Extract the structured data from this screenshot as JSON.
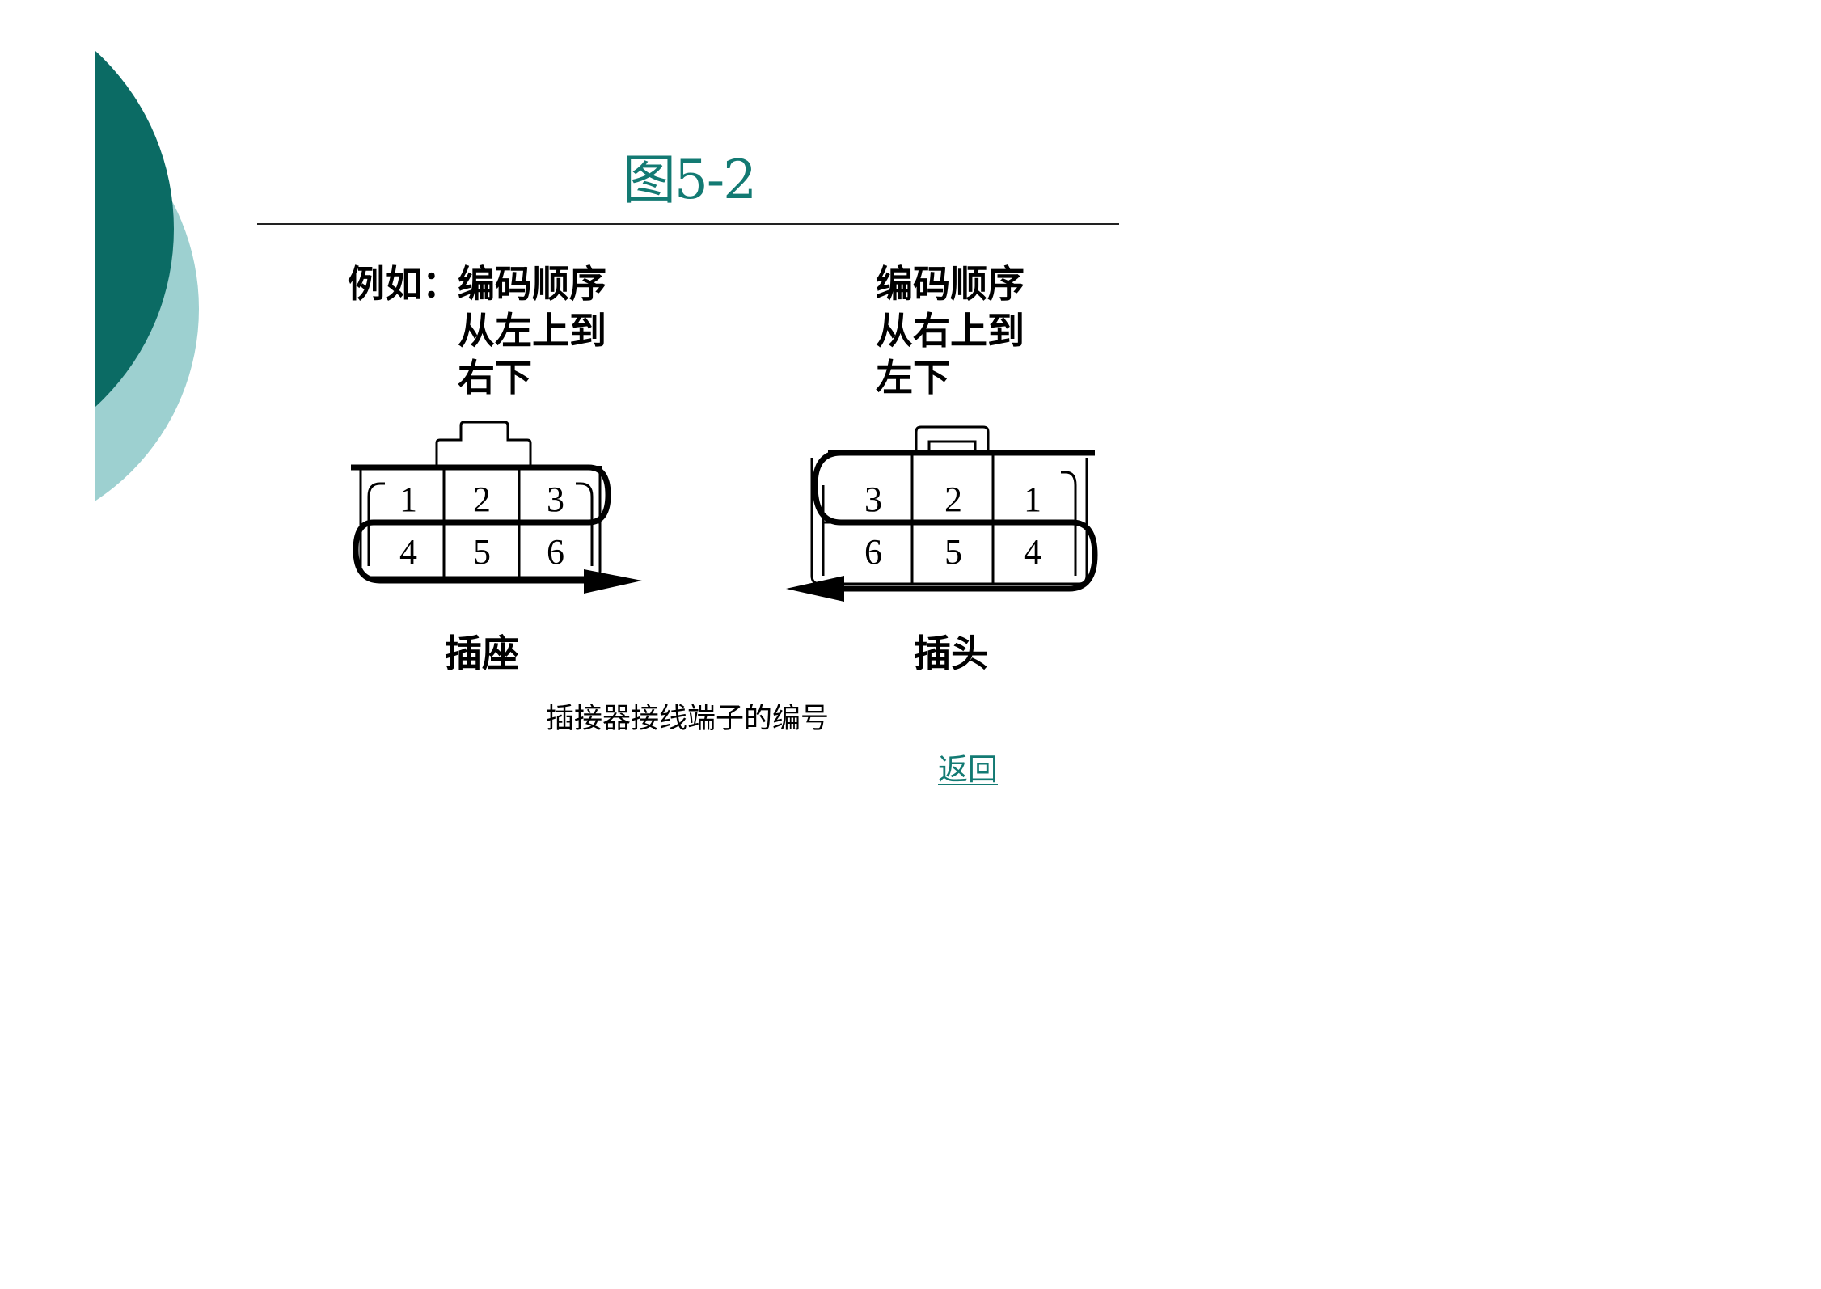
{
  "slide": {
    "title": "图5-2"
  },
  "example": {
    "prefix": "例如：",
    "socket_lines": [
      "编码顺序",
      "从左上到",
      "右下"
    ],
    "plug_lines": [
      "编码顺序",
      "从右上到",
      "左下"
    ]
  },
  "socket": {
    "label": "插座",
    "rows": [
      [
        "1",
        "2",
        "3"
      ],
      [
        "4",
        "5",
        "6"
      ]
    ]
  },
  "plug": {
    "label": "插头",
    "rows": [
      [
        "3",
        "2",
        "1"
      ],
      [
        "6",
        "5",
        "4"
      ]
    ]
  },
  "caption": "插接器接线端子的编号",
  "back_link": "返回",
  "colors": {
    "accent_dark": "#0b6b64",
    "accent_light": "#9dd0d0",
    "title": "#137a73",
    "rule": "#222222",
    "link": "#137a73",
    "ink": "#000000"
  }
}
